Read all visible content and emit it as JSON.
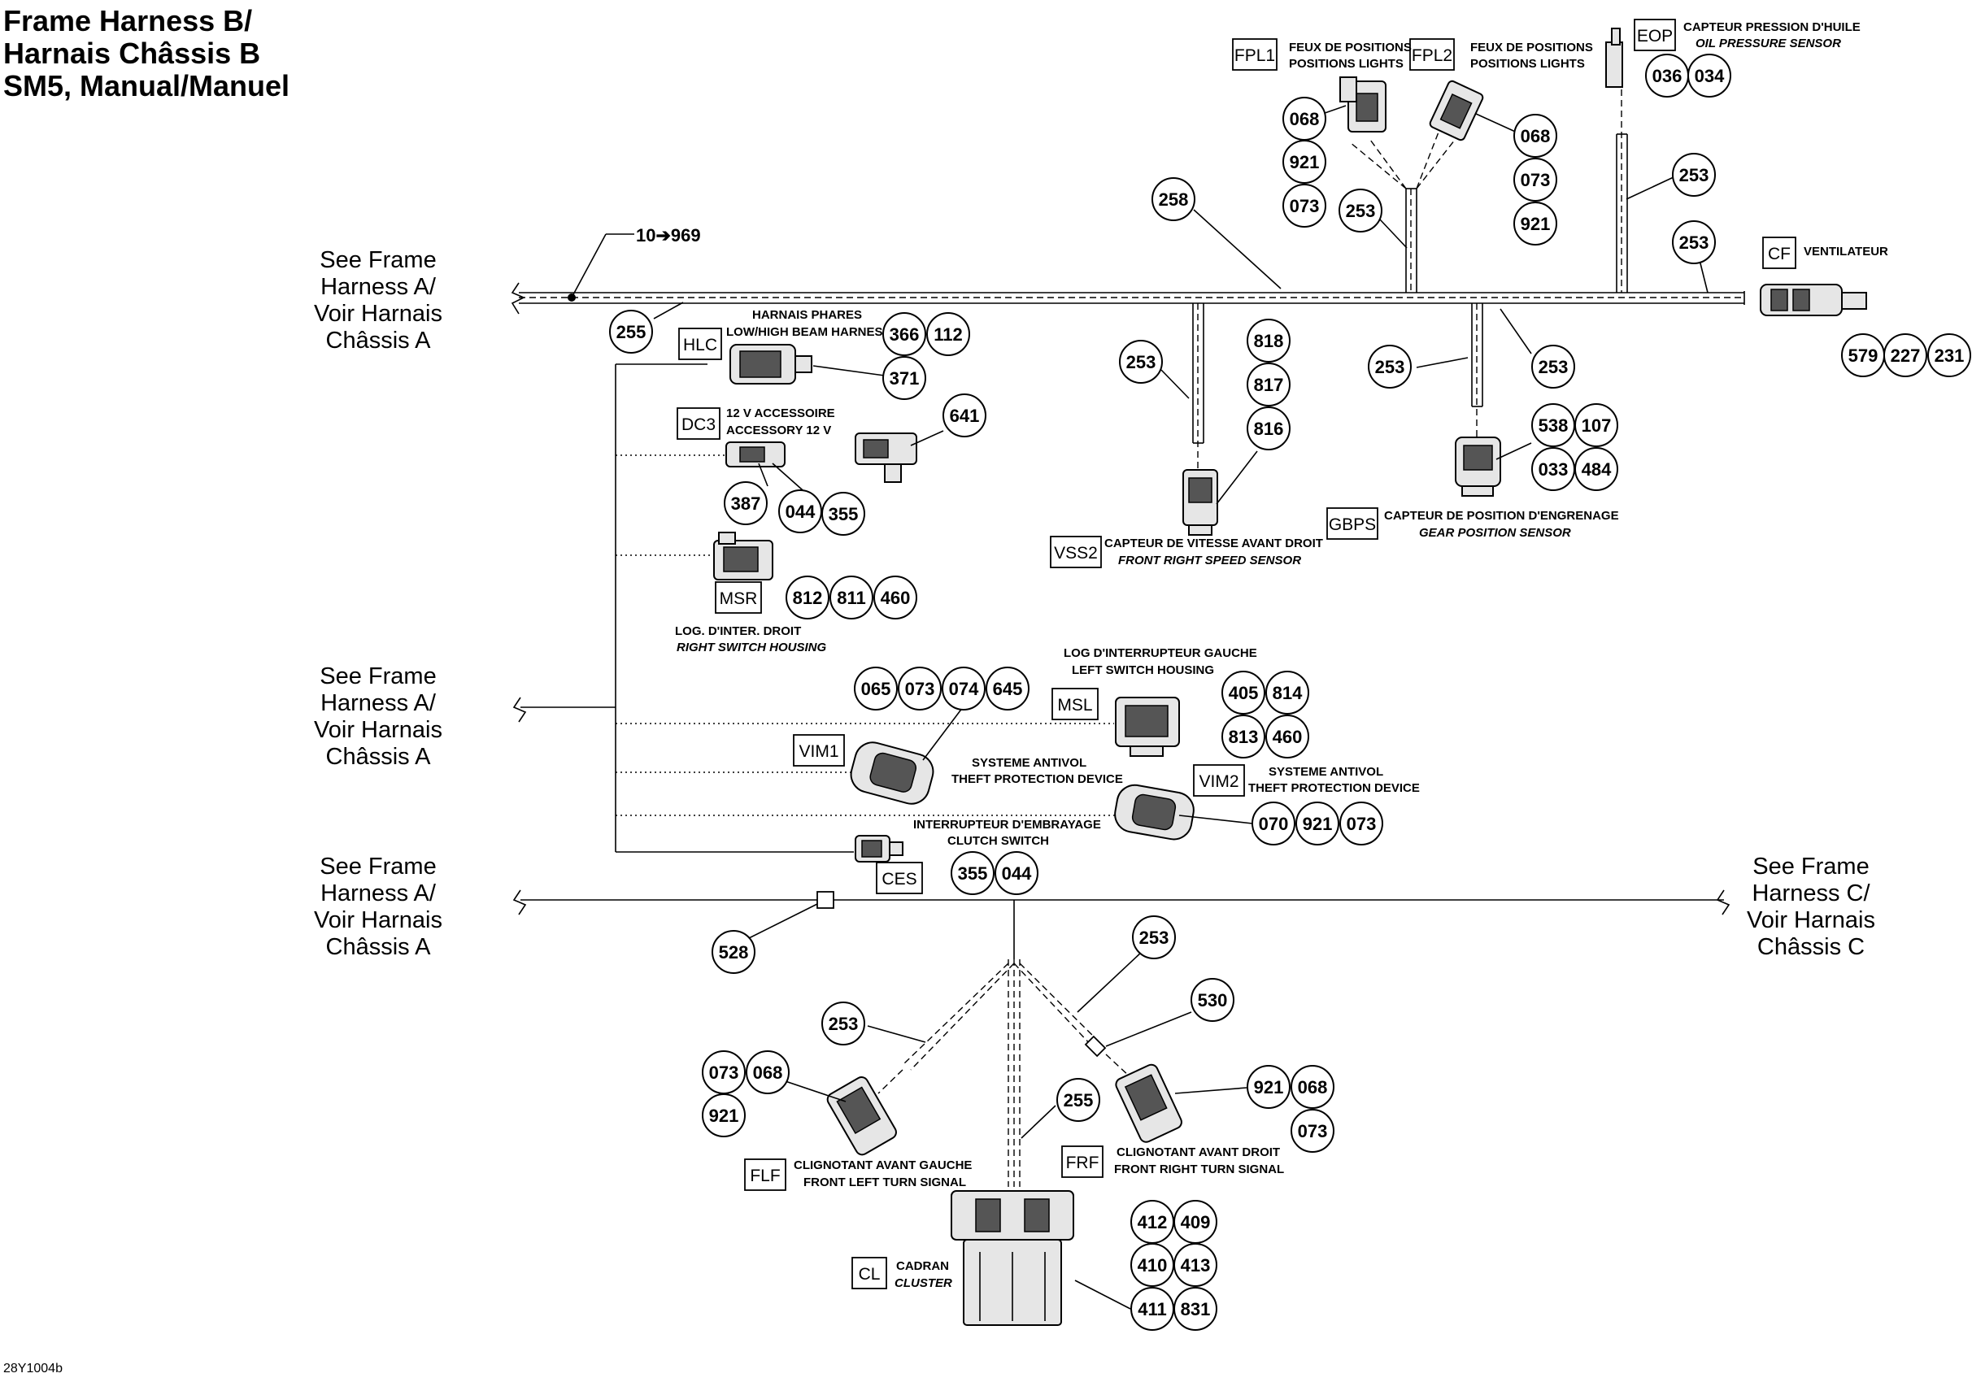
{
  "title": [
    "Frame Harness B/",
    "Harnais Châssis B",
    "SM5, Manual/Manuel"
  ],
  "see_frame_a": [
    "See Frame",
    "Harness A/",
    "Voir Harnais",
    "Châssis A"
  ],
  "see_frame_c": [
    "See Frame",
    "Harness C/",
    "Voir Harnais",
    "Châssis C"
  ],
  "range_label": "10➔969",
  "figure_code": "28Y1004b",
  "connector_codes": {
    "FPL1": "FPL1",
    "FPL2": "FPL2",
    "EOP": "EOP",
    "CF": "CF",
    "HLC": "HLC",
    "DC3": "DC3",
    "MSR": "MSR",
    "VSS2": "VSS2",
    "GBPS": "GBPS",
    "MSL": "MSL",
    "VIM1": "VIM1",
    "VIM2": "VIM2",
    "CES": "CES",
    "FLF": "FLF",
    "FRF": "FRF",
    "CL": "CL"
  },
  "labels": {
    "fpl1": [
      "FEUX DE POSITIONS",
      "POSITIONS LIGHTS"
    ],
    "fpl2": [
      "FEUX DE POSITIONS",
      "POSITIONS LIGHTS"
    ],
    "eop": [
      "CAPTEUR PRESSION D'HUILE",
      "OIL PRESSURE SENSOR"
    ],
    "cf": [
      "VENTILATEUR"
    ],
    "hlc": [
      "HARNAIS PHARES",
      "LOW/HIGH BEAM HARNESS"
    ],
    "dc3": [
      "12 V ACCESSOIRE",
      "ACCESSORY 12 V"
    ],
    "msr": [
      "LOG. D'INTER. DROIT",
      "RIGHT SWITCH HOUSING"
    ],
    "vss2": [
      "CAPTEUR DE VITESSE AVANT DROIT",
      "FRONT RIGHT SPEED SENSOR"
    ],
    "gbps": [
      "CAPTEUR DE POSITION D'ENGRENAGE",
      "GEAR POSITION SENSOR"
    ],
    "msl": [
      "LOG D'INTERRUPTEUR GAUCHE",
      "LEFT SWITCH HOUSING"
    ],
    "vim1": [
      "SYSTEME ANTIVOL",
      "THEFT PROTECTION DEVICE"
    ],
    "vim2": [
      "SYSTEME ANTIVOL",
      "THEFT PROTECTION DEVICE"
    ],
    "ces": [
      "INTERRUPTEUR D'EMBRAYAGE",
      "CLUTCH SWITCH"
    ],
    "flf": [
      "CLIGNOTANT AVANT GAUCHE",
      "FRONT LEFT TURN SIGNAL"
    ],
    "frf": [
      "CLIGNOTANT AVANT DROIT",
      "FRONT RIGHT TURN SIGNAL"
    ],
    "cl": [
      "CADRAN",
      "CLUSTER"
    ]
  },
  "refs": {
    "r1": "068",
    "r2": "921",
    "r3": "073",
    "r4": "068",
    "r5": "073",
    "r6": "921",
    "r7": "036",
    "r8": "034",
    "r9": "253",
    "r10": "253",
    "r11": "253",
    "r12": "258",
    "r13": "579",
    "r14": "227",
    "r15": "231",
    "r16": "255",
    "r17": "366",
    "r18": "112",
    "r19": "371",
    "r20": "641",
    "r21": "387",
    "r22": "044",
    "r23": "355",
    "r24": "253",
    "r25": "818",
    "r26": "817",
    "r27": "816",
    "r28": "253",
    "r29": "253",
    "r30": "538",
    "r31": "107",
    "r32": "033",
    "r33": "484",
    "r34": "812",
    "r35": "811",
    "r36": "460",
    "r37": "065",
    "r38": "073",
    "r39": "074",
    "r40": "645",
    "r41": "405",
    "r42": "814",
    "r43": "813",
    "r44": "460",
    "r45": "070",
    "r46": "921",
    "r47": "073",
    "r48": "355",
    "r49": "044",
    "r50": "528",
    "r51": "253",
    "r52": "530",
    "r53": "253",
    "r54": "073",
    "r55": "068",
    "r56": "921",
    "r57": "255",
    "r58": "921",
    "r59": "068",
    "r60": "073",
    "r61": "412",
    "r62": "409",
    "r63": "410",
    "r64": "413",
    "r65": "411",
    "r66": "831"
  }
}
